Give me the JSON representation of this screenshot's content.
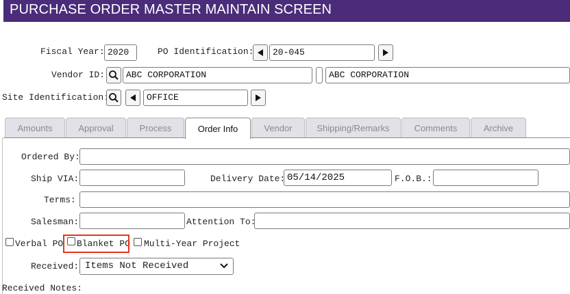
{
  "title": "PURCHASE ORDER MASTER MAINTAIN SCREEN",
  "header": {
    "fiscal_year_label": "Fiscal Year:",
    "fiscal_year_value": "2020",
    "po_id_label": "PO Identification:",
    "po_id_value": "20-045",
    "vendor_id_label": "Vendor ID:",
    "vendor_id_value": "ABC CORPORATION",
    "vendor_name_value": "ABC CORPORATION",
    "site_id_label": "Site Identification:",
    "site_id_value": "OFFICE"
  },
  "tabs": [
    {
      "label": "Amounts",
      "active": false
    },
    {
      "label": "Approval",
      "active": false
    },
    {
      "label": "Process",
      "active": false
    },
    {
      "label": "Order Info",
      "active": true
    },
    {
      "label": "Vendor",
      "active": false
    },
    {
      "label": "Shipping/Remarks",
      "active": false
    },
    {
      "label": "Comments",
      "active": false
    },
    {
      "label": "Archive",
      "active": false
    }
  ],
  "form": {
    "ordered_by_label": "Ordered By:",
    "ordered_by_value": "",
    "ship_via_label": "Ship VIA:",
    "ship_via_value": "",
    "delivery_date_label": "Delivery Date:",
    "delivery_date_value": "05/14/2025",
    "fob_label": "F.O.B.:",
    "fob_value": "",
    "terms_label": "Terms:",
    "terms_value": "",
    "salesman_label": "Salesman:",
    "salesman_value": "",
    "attention_label": "Attention To:",
    "attention_value": "",
    "verbal_po_label": "Verbal PO",
    "verbal_po_checked": false,
    "blanket_po_label": "Blanket PO",
    "blanket_po_checked": false,
    "multi_year_label": "Multi-Year Project",
    "multi_year_checked": false,
    "received_label": "Received:",
    "received_value": "Items Not Received",
    "received_notes_label": "Received Notes:"
  },
  "colors": {
    "title_bar": "#4b2c7a",
    "highlight": "#e8341c",
    "tab_inactive_bg": "#e3e0e7"
  },
  "icons": {
    "search": "magnifier-icon",
    "prev": "triangle-left-icon",
    "next": "triangle-right-icon",
    "dropdown": "chevron-down-icon"
  }
}
